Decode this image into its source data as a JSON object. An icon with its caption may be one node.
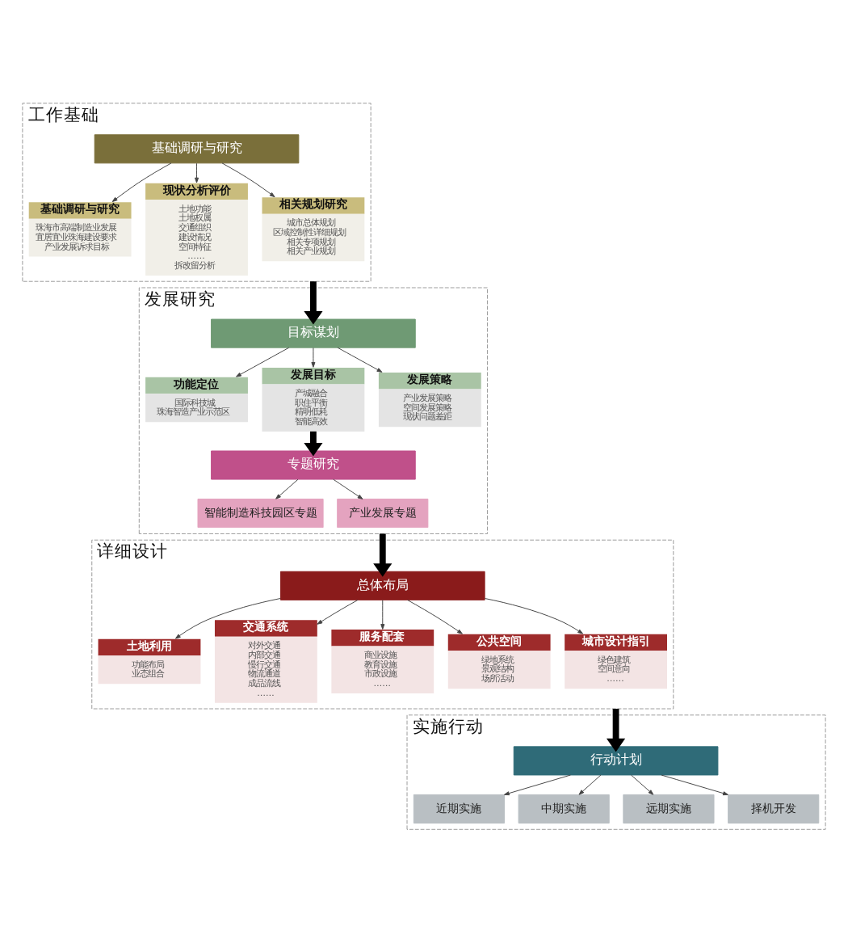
{
  "diagram": {
    "nodes": [
      {
        "text": [
          "工作基础"
        ]
      },
      {
        "text": [
          "基础调研与研究"
        ],
        "in": 0
      },
      {
        "text": [
          "基础调研与研究",
          "珠海市高端制造业发展",
          "宜居宜业珠海建设要求",
          "产业发展诉求目标"
        ],
        "in": 0
      },
      {
        "text": [
          "现状分析评价",
          "土地功能",
          "土地权属",
          "交通组织",
          "建设情况",
          "空间特征",
          "……",
          "拆改留分析"
        ],
        "in": 0
      },
      {
        "text": [
          "相关规划研究",
          "城市总体规划",
          "区域控制性详细规划",
          "相关专项规划",
          "相关产业规划"
        ],
        "in": 0
      },
      {
        "text": [
          "发展研究"
        ]
      },
      {
        "text": [
          "目标谋划"
        ],
        "in": 5
      },
      {
        "text": [
          "功能定位",
          "国际科技城",
          "珠海智造产业示范区"
        ],
        "in": 5
      },
      {
        "text": [
          "发展目标",
          "产城融合",
          "职住平衡",
          "精明低耗",
          "智能高效"
        ],
        "in": 5
      },
      {
        "text": [
          "发展策略",
          "产业发展策略",
          "空间发展策略",
          "现状问题差距"
        ],
        "in": 5
      },
      {
        "text": [
          "专题研究"
        ],
        "in": 5
      },
      {
        "text": [
          "智能制造科技园区专题"
        ],
        "in": 5
      },
      {
        "text": [
          "产业发展专题"
        ],
        "in": 5
      },
      {
        "text": [
          "详细设计"
        ]
      },
      {
        "text": [
          "总体布局"
        ],
        "in": 13
      },
      {
        "text": [
          "土地利用",
          "功能布局",
          "业态组合"
        ],
        "in": 13
      },
      {
        "text": [
          "交通系统",
          "对外交通",
          "内部交通",
          "慢行交通",
          "物流通道",
          "成品流线",
          "……"
        ],
        "in": 13
      },
      {
        "text": [
          "服务配套",
          "商业设施",
          "教育设施",
          "市政设施",
          "……"
        ],
        "in": 13
      },
      {
        "text": [
          "公共空间",
          "绿地系统",
          "景观结构",
          "场所活动"
        ],
        "in": 13
      },
      {
        "text": [
          "城市设计指引",
          "绿色建筑",
          "空间意向",
          "……"
        ],
        "in": 13
      },
      {
        "text": [
          "实施行动"
        ]
      },
      {
        "text": [
          "行动计划"
        ],
        "in": 20
      },
      {
        "text": [
          "近期实施"
        ],
        "in": 20
      },
      {
        "text": [
          "中期实施"
        ],
        "in": 20
      },
      {
        "text": [
          "远期实施"
        ],
        "in": 20
      },
      {
        "text": [
          "择机开发"
        ],
        "in": 20
      }
    ],
    "edges": [
      {
        "from": 1,
        "to": 2,
        "arrow": "to"
      },
      {
        "from": 1,
        "to": 3,
        "arrow": "to"
      },
      {
        "from": 1,
        "to": 4,
        "arrow": "to"
      },
      {
        "from": 0,
        "to": 6,
        "arrow": "to",
        "style": "thick"
      },
      {
        "from": 6,
        "to": 7,
        "arrow": "to"
      },
      {
        "from": 6,
        "to": 8,
        "arrow": "to"
      },
      {
        "from": 6,
        "to": 9,
        "arrow": "to"
      },
      {
        "from": 8,
        "to": 10,
        "arrow": "to",
        "style": "thick"
      },
      {
        "from": 10,
        "to": 11,
        "arrow": "to"
      },
      {
        "from": 10,
        "to": 12,
        "arrow": "to"
      },
      {
        "from": 5,
        "to": 14,
        "arrow": "to",
        "style": "thick"
      },
      {
        "from": 14,
        "to": 15,
        "arrow": "to"
      },
      {
        "from": 14,
        "to": 16,
        "arrow": "to"
      },
      {
        "from": 14,
        "to": 17,
        "arrow": "to"
      },
      {
        "from": 14,
        "to": 18,
        "arrow": "to"
      },
      {
        "from": 14,
        "to": 19,
        "arrow": "to"
      },
      {
        "from": 13,
        "to": 21,
        "arrow": "to",
        "style": "thick"
      },
      {
        "from": 21,
        "to": 22,
        "arrow": "to"
      },
      {
        "from": 21,
        "to": 23,
        "arrow": "to"
      },
      {
        "from": 21,
        "to": 24,
        "arrow": "to"
      },
      {
        "from": 21,
        "to": 25,
        "arrow": "to"
      }
    ]
  }
}
